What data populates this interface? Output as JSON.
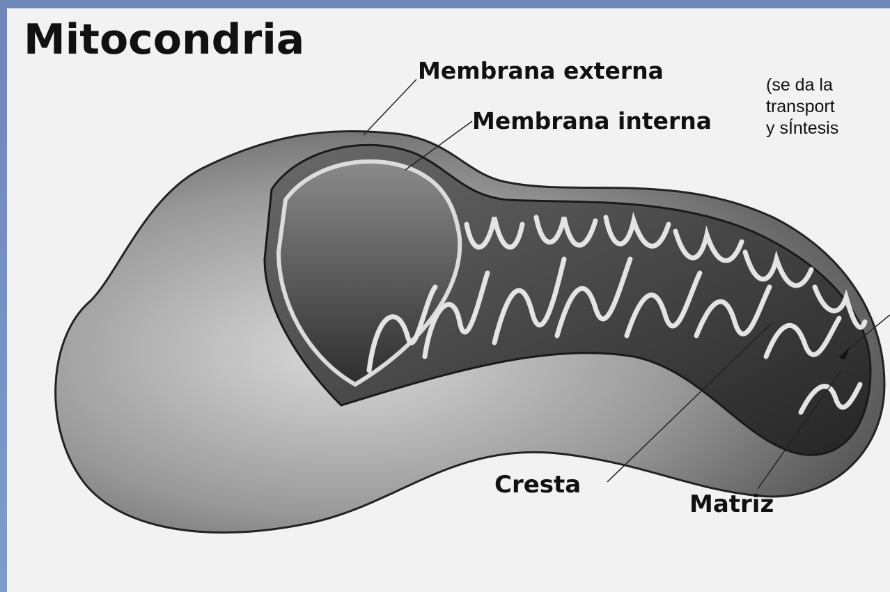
{
  "title": "Mitocondria",
  "labels": {
    "outer_membrane": "Membrana externa",
    "inner_membrane": "Membrana interna",
    "crest": "Cresta",
    "matrix": "Matriz"
  },
  "note_lines": [
    "(se da la",
    "transport",
    "y sÍntesis"
  ],
  "colors": {
    "background_frame": "#7f9cc8",
    "page": "#f2f2f2",
    "text": "#111111"
  }
}
